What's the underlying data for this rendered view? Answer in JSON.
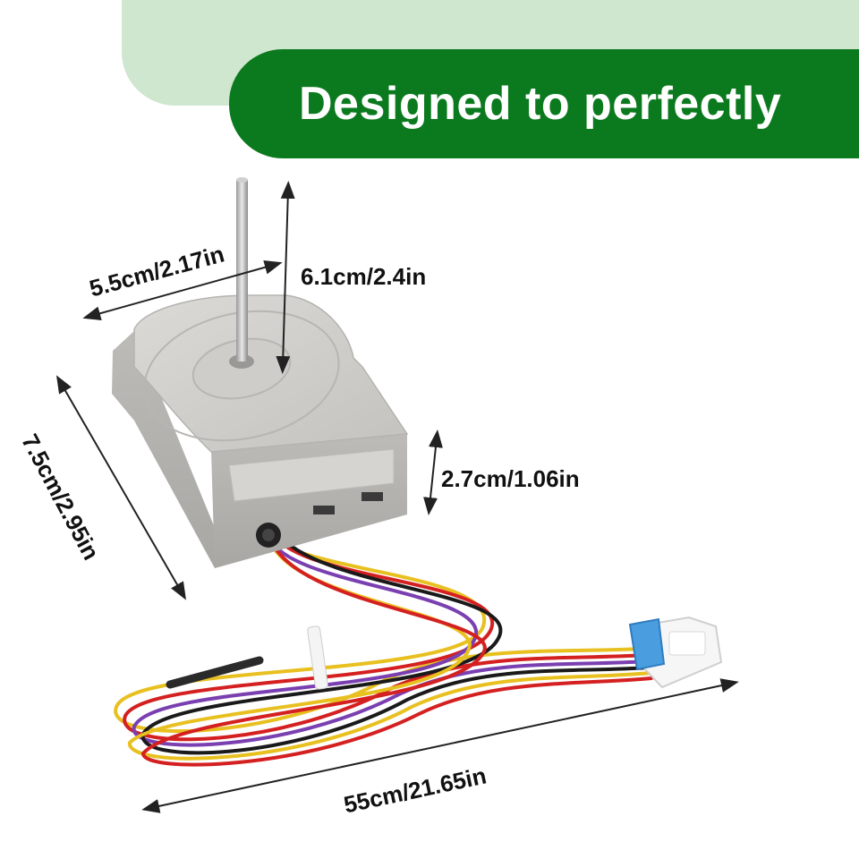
{
  "banner": {
    "title": "Designed to perfectly"
  },
  "dimensions": {
    "width": "5.5cm/2.17in",
    "height": "6.1cm/2.4in",
    "depth": "7.5cm/2.95in",
    "body_height": "2.7cm/1.06in",
    "cable_length": "55cm/21.65in"
  },
  "colors": {
    "banner_green": "#0b7a1e",
    "banner_light": "#cfe6cf",
    "motor_gray": "#c8c6c2",
    "connector_blue": "#4a9ee0",
    "wire_yellow": "#e8c020",
    "wire_red": "#d42020",
    "wire_purple": "#7a3fb0",
    "wire_black": "#1a1a1a"
  }
}
